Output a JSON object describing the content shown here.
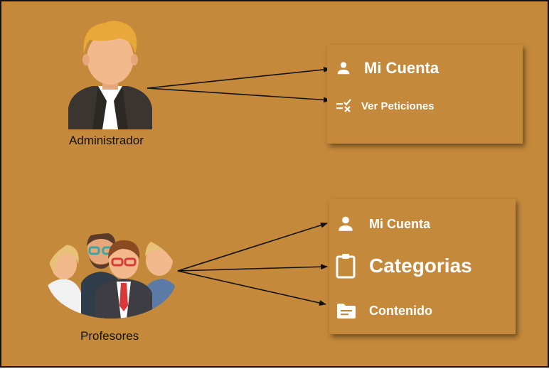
{
  "colors": {
    "background": "#c5893b",
    "card": "#c5893b",
    "text": "#ffffff",
    "arrow": "#111111",
    "skin": "#f2b98c",
    "hair": "#e9a93a",
    "suit": "#3a3530"
  },
  "actors": {
    "admin": {
      "label": "Administrador"
    },
    "teachers": {
      "label": "Profesores"
    }
  },
  "admin_menu": {
    "items": [
      {
        "label": "Mi Cuenta",
        "icon": "person-icon"
      },
      {
        "label": "Ver Peticiones",
        "icon": "checklist-icon"
      }
    ]
  },
  "teacher_menu": {
    "items": [
      {
        "label": "Mi Cuenta",
        "icon": "person-icon"
      },
      {
        "label": "Categorias",
        "icon": "clipboard-icon"
      },
      {
        "label": "Contenido",
        "icon": "folder-icon"
      }
    ]
  }
}
